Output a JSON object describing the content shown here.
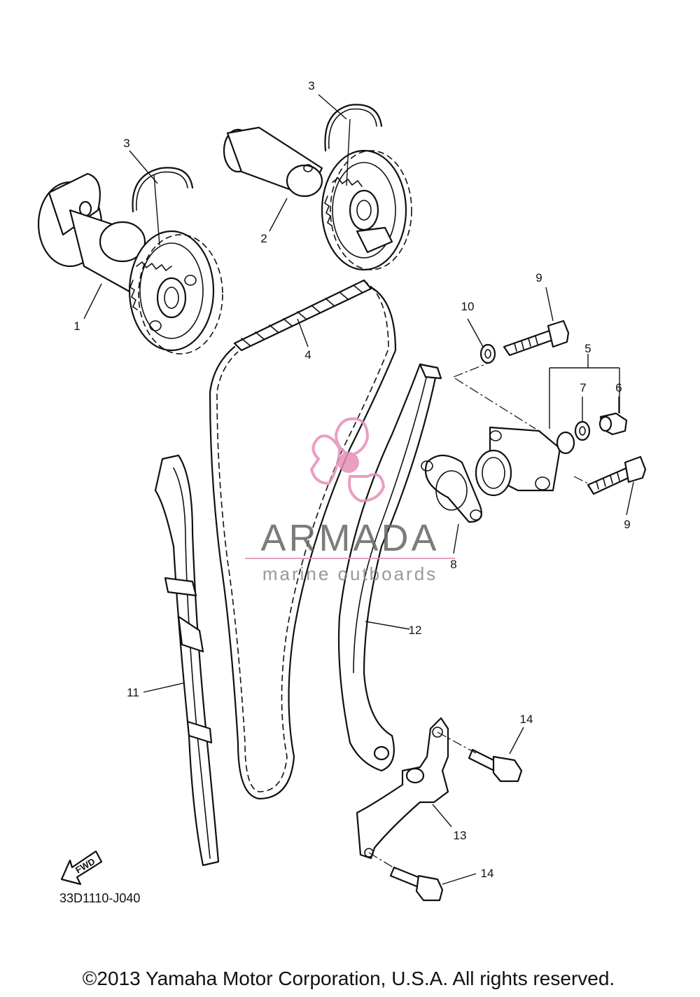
{
  "callouts": {
    "c1": "1",
    "c2": "2",
    "c3a": "3",
    "c3b": "3",
    "c4": "4",
    "c5": "5",
    "c6": "6",
    "c7": "7",
    "c8": "8",
    "c9a": "9",
    "c9b": "9",
    "c10": "10",
    "c11": "11",
    "c12": "12",
    "c13": "13",
    "c14a": "14",
    "c14b": "14"
  },
  "watermark": {
    "brand": "ARMADA",
    "tagline": "marine outboards",
    "color": "#e58fb8"
  },
  "fwd_label": "FWD",
  "diagram_code": "33D1110-J040",
  "copyright": "©2013 Yamaha Motor Corporation, U.S.A. All rights reserved."
}
